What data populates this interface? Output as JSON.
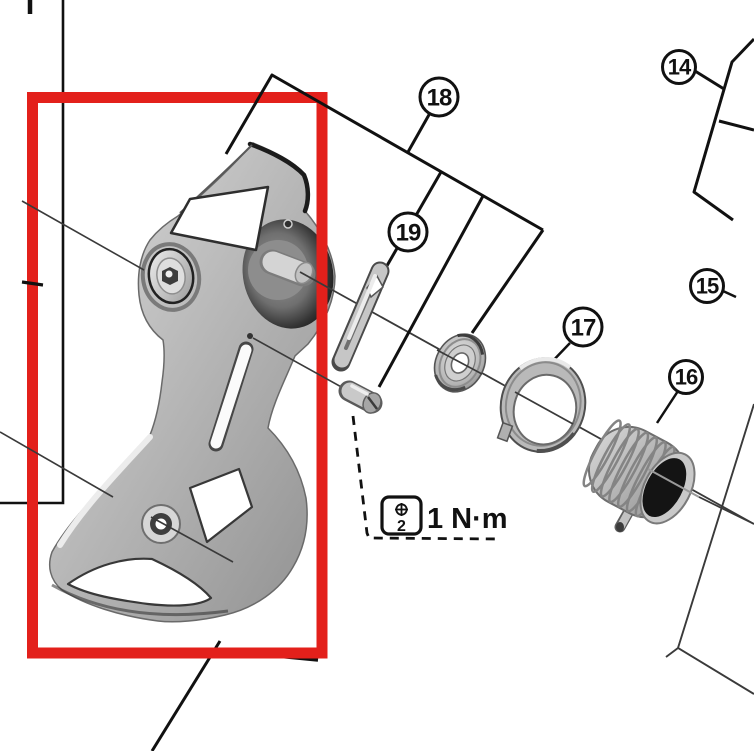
{
  "diagram": {
    "type": "exploded-parts-diagram",
    "callouts": [
      {
        "label": "14"
      },
      {
        "label": "15"
      },
      {
        "label": "16"
      },
      {
        "label": "17"
      },
      {
        "label": "18"
      },
      {
        "label": "19"
      }
    ],
    "torque_note": {
      "tool_size": "2",
      "value": "1 N·m"
    },
    "icons": {
      "phillips_screwdriver_icon": "⊕"
    },
    "colors": {
      "highlight_box": "#e3201b",
      "line": "#111111"
    }
  }
}
